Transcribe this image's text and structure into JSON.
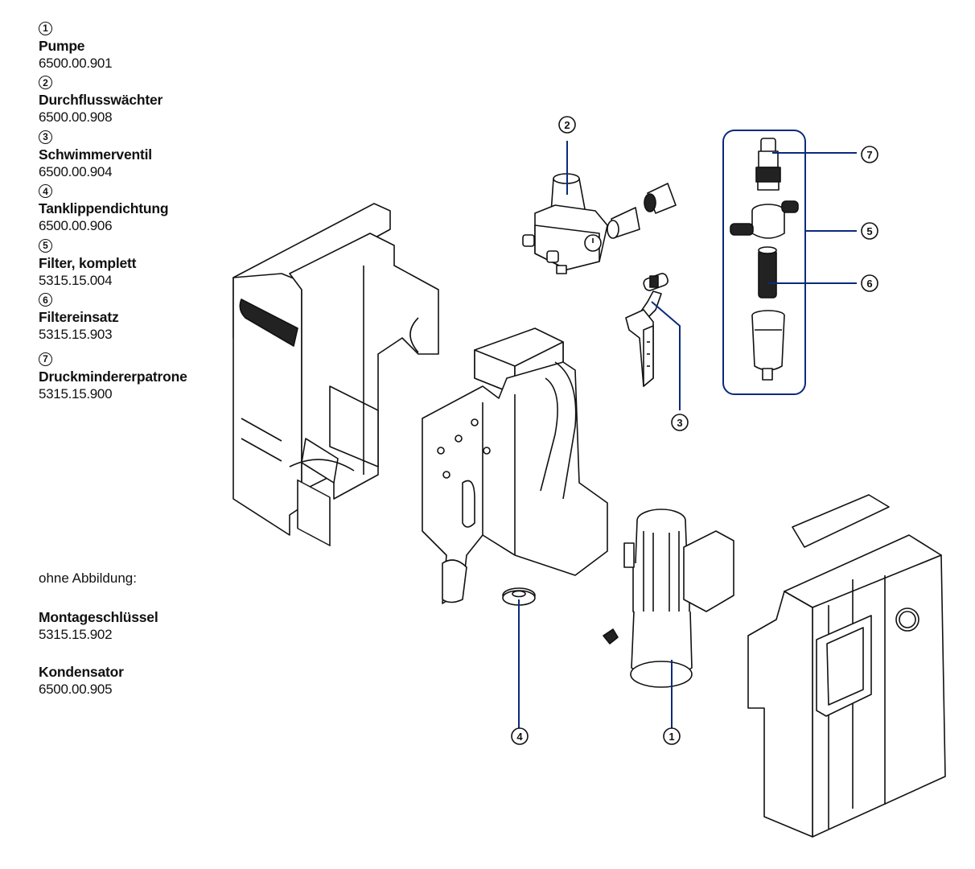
{
  "parts_list": [
    {
      "number": "1",
      "name": "Pumpe",
      "part_no": "6500.00.901"
    },
    {
      "number": "2",
      "name": "Durchflusswächter",
      "part_no": "6500.00.908"
    },
    {
      "number": "3",
      "name": "Schwimmerventil",
      "part_no": "6500.00.904"
    },
    {
      "number": "4",
      "name": "Tanklippendichtung",
      "part_no": "6500.00.906"
    },
    {
      "number": "5",
      "name": "Filter, komplett",
      "part_no": "5315.15.004"
    },
    {
      "number": "6",
      "name": "Filtereinsatz",
      "part_no": "5315.15.903"
    },
    {
      "number": "7",
      "name": "Druckmindererpatrone",
      "part_no": "5315.15.900"
    }
  ],
  "unillustrated": {
    "heading": "ohne Abbildung:",
    "items": [
      {
        "name": "Montageschlüssel",
        "part_no": "5315.15.902"
      },
      {
        "name": "Kondensator",
        "part_no": "6500.00.905"
      }
    ]
  },
  "callouts": [
    {
      "number": "1",
      "target": "pump"
    },
    {
      "number": "2",
      "target": "flow-switch"
    },
    {
      "number": "3",
      "target": "float-valve"
    },
    {
      "number": "4",
      "target": "tank-lip-seal"
    },
    {
      "number": "5",
      "target": "filter-complete"
    },
    {
      "number": "6",
      "target": "filter-insert"
    },
    {
      "number": "7",
      "target": "pressure-reducer-cartridge"
    }
  ],
  "colors": {
    "callout_line": "#0b2a7c",
    "line_art": "#111111",
    "background": "#ffffff"
  }
}
